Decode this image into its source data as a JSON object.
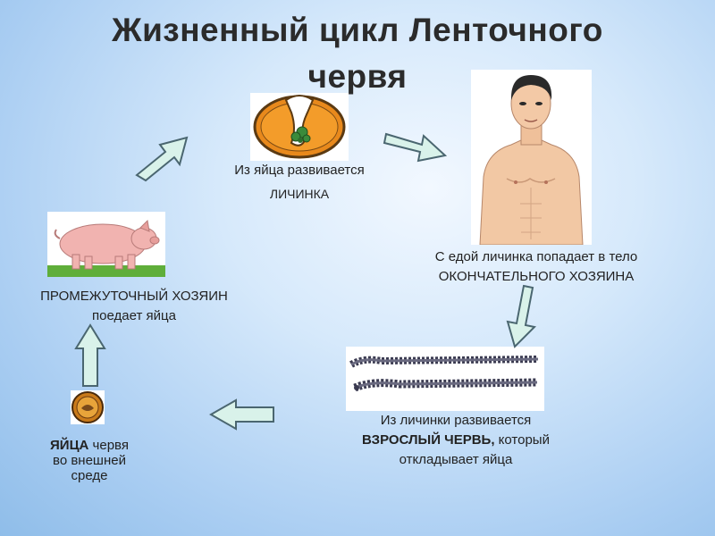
{
  "title": {
    "line1": "Жизненный цикл Ленточного",
    "line2": "червя"
  },
  "stages": {
    "larva": {
      "line1": "Из яйца развивается",
      "line2": "ЛИЧИНКА"
    },
    "final_host": {
      "line1": "С едой личинка попадает в тело",
      "line2": "ОКОНЧАТЕЛЬНОГО ХОЗЯИНА"
    },
    "adult_worm": {
      "line1": "Из личинки развивается",
      "line2_bold": "ВЗРОСЛЫЙ ЧЕРВЬ,",
      "line2_rest": " который",
      "line3": "откладывает яйца"
    },
    "eggs": {
      "line1_bold": "ЯЙЦА",
      "line1_rest": " червя",
      "line2": "во внешней",
      "line3": "среде"
    },
    "intermediate_host": {
      "line1": "ПРОМЕЖУТОЧНЫЙ ХОЗЯИН",
      "line2": "поедает яйца"
    }
  },
  "colors": {
    "arrow_fill": "#d9f2ea",
    "arrow_stroke": "#4a6670",
    "title_text": "#2b2b2b"
  },
  "icons": [
    "larva-image",
    "man-image",
    "tapeworm-image",
    "egg-image",
    "pig-image"
  ]
}
